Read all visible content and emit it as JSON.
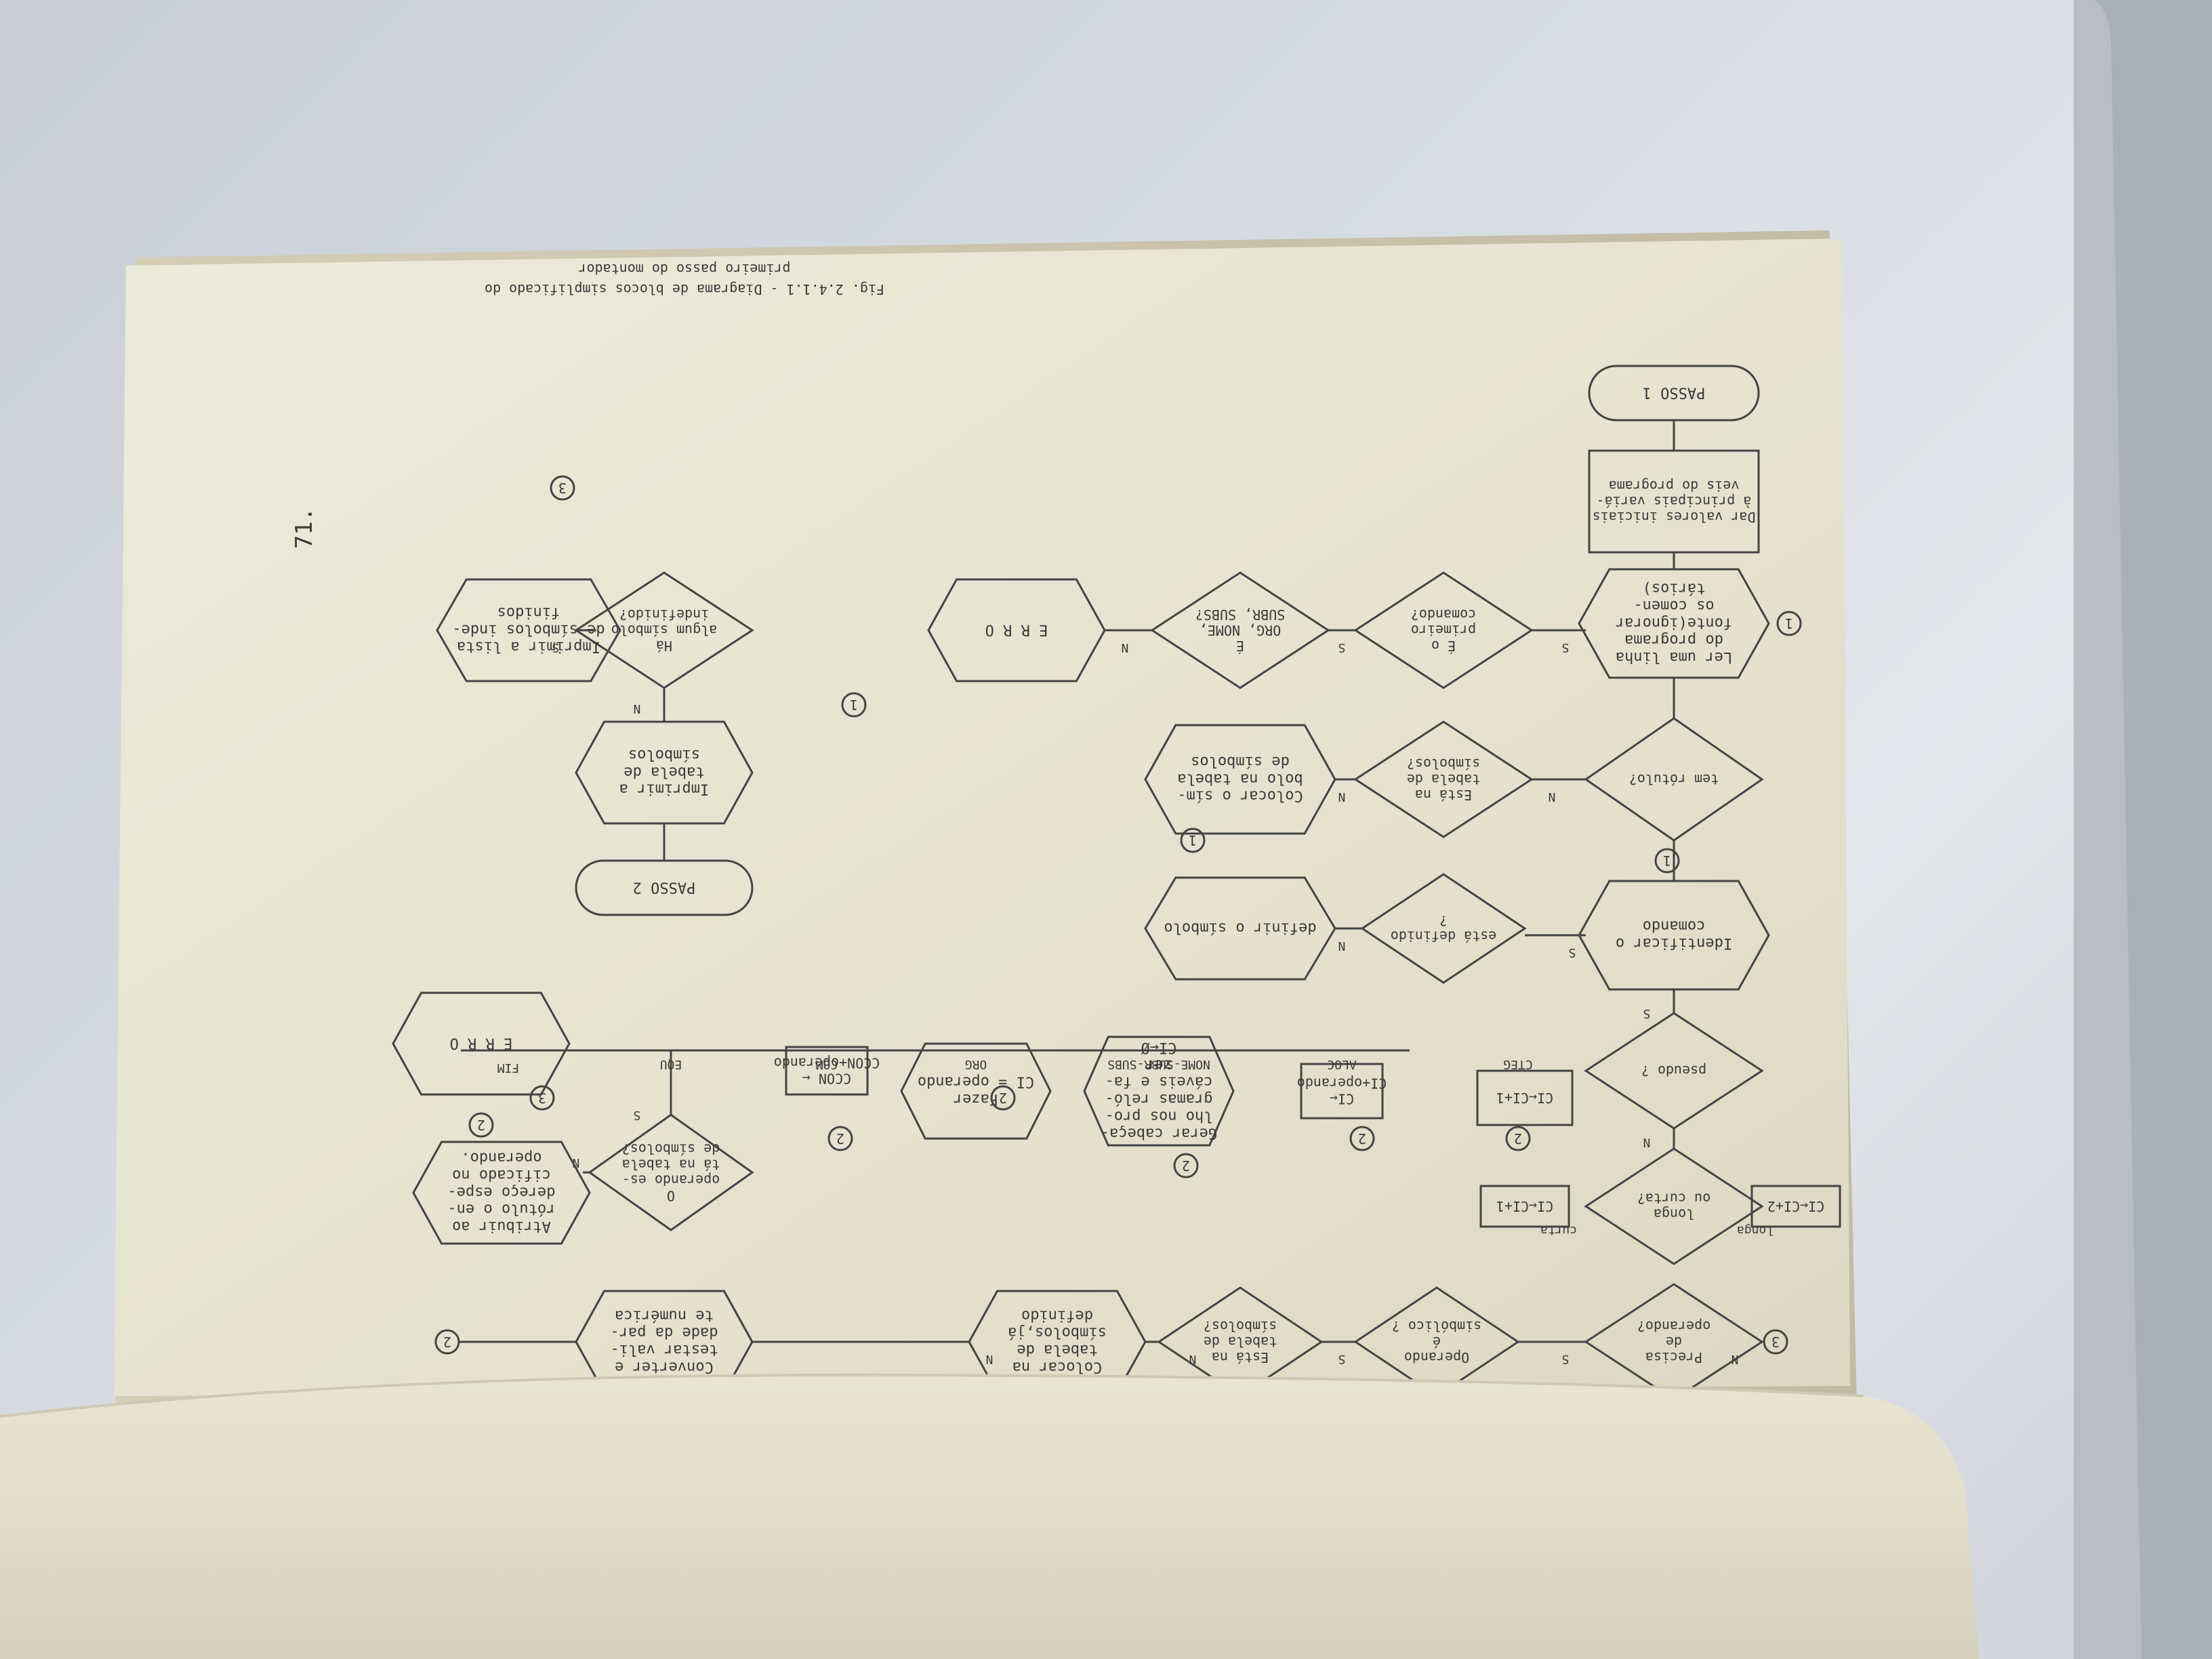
{
  "page": {
    "page_number": "71.",
    "caption_line1": "Fig. 2.4.1.1 - Diagrama de blocos simplificado do",
    "caption_line2": "primeiro passo do montador"
  },
  "terminals": {
    "start": "PASSO 1",
    "end": "PASSO 2"
  },
  "processes": {
    "init": [
      "Dar valores iniciais",
      "à principais variá-",
      "veis do programa"
    ],
    "read_line": [
      "Ler uma linha",
      "do programa",
      "fonte(ignorar",
      "os comen-",
      "tários)"
    ],
    "identify": [
      "Identificar o",
      "comando"
    ],
    "define_symbol": [
      "definir o símbolo"
    ],
    "put_symbol": [
      "Colocar o sím-",
      "bolo na tabela",
      "de símbolos"
    ],
    "erro_left": [
      "E R R O"
    ],
    "print_undefined": [
      "Imprimir a lista",
      "de símbolos inde-",
      "finidos"
    ],
    "print_table": [
      "Imprimir a",
      "tabela de",
      "símbolos"
    ],
    "convert_value": [
      "Converter e",
      "testar vali-",
      "dade da par-",
      "te numérica"
    ],
    "put_in_table": [
      "Colocar na",
      "tabela de",
      "símbolos,já",
      "definido"
    ],
    "assign_label": [
      "Atribuir ao",
      "rótulo o en-",
      "dereço espe-",
      "cificado no",
      "operando."
    ],
    "erro_right": [
      "E R R O"
    ],
    "ci_equal": [
      "Fazer",
      "CI = operando"
    ],
    "ci_page": [
      "Gerar cabeça-",
      "lho nos pro-",
      "gramas reló-",
      "cáveis e fa-",
      "zer",
      "CI←Ø"
    ],
    "ci_alloc": [
      "CI←",
      "CI+operando"
    ],
    "ci_inc1": [
      "CI←CI+1"
    ],
    "ccon_box": [
      "CCON ←",
      "CCON+operando"
    ],
    "ci_short": [
      "CI←CI+1"
    ],
    "ci_long": [
      "CI←CI+2"
    ]
  },
  "decisions": {
    "undefined_q": [
      "Há",
      "algum símbolo",
      "indefinido?"
    ],
    "first_cmd_q": [
      "É o",
      "primeiro",
      "comando?"
    ],
    "org_q": [
      "É",
      "ORG, NOME,",
      "SUBR, SUBS?"
    ],
    "has_label_q": [
      "tem rótulo?"
    ],
    "in_table_q": [
      "Está na",
      "tabela de",
      "símbolos?"
    ],
    "defined_q": [
      "está definido",
      "?"
    ],
    "pseudo_q": [
      "pseudo ?"
    ],
    "long_short_q": [
      "longa",
      "ou curta?"
    ],
    "needs_op_q": [
      "Precisa",
      "de",
      "operando?"
    ],
    "symbolic_q": [
      "Operando",
      "é",
      "simbólico ?"
    ],
    "in_table2_q": [
      "Está na",
      "tabela de",
      "símbolos?"
    ],
    "op_in_table_q": [
      "O",
      "operando es-",
      "tá na tabela",
      "de símbolos?"
    ]
  },
  "branches": {
    "labels": {
      "fim": "FIM",
      "equ": "EQU",
      "com": "COM",
      "org": "ORG",
      "nome": "NOME-SUBR-SUBS",
      "aloc": "ALOC",
      "cteg": "CTEG",
      "longa": "longa",
      "curta": "curta"
    },
    "yes": "S",
    "no": "N"
  },
  "connectors": {
    "one": "1",
    "two": "2",
    "three": "3"
  }
}
